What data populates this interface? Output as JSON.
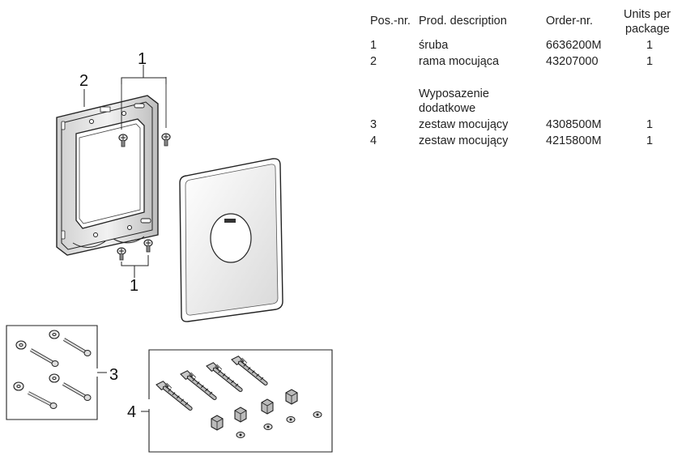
{
  "callouts": {
    "c1_top": "1",
    "c2": "2",
    "c1_bottom": "1",
    "c3": "3",
    "c4": "4"
  },
  "table": {
    "headers": {
      "pos": "Pos.-nr.",
      "desc": "Prod. description",
      "order": "Order-nr.",
      "units_l1": "Units per",
      "units_l2": "package"
    },
    "rows": [
      {
        "pos": "1",
        "desc": "śruba",
        "order": "6636200M",
        "units": "1"
      },
      {
        "pos": "2",
        "desc": "rama mocująca",
        "order": "43207000",
        "units": "1"
      },
      {
        "pos": "3",
        "desc": "zestaw mocujący",
        "order": "4308500M",
        "units": "1"
      },
      {
        "pos": "4",
        "desc": "zestaw mocujący",
        "order": "4215800M",
        "units": "1"
      }
    ],
    "section_l1": "Wyposazenie",
    "section_l2": "dodatkowe"
  }
}
